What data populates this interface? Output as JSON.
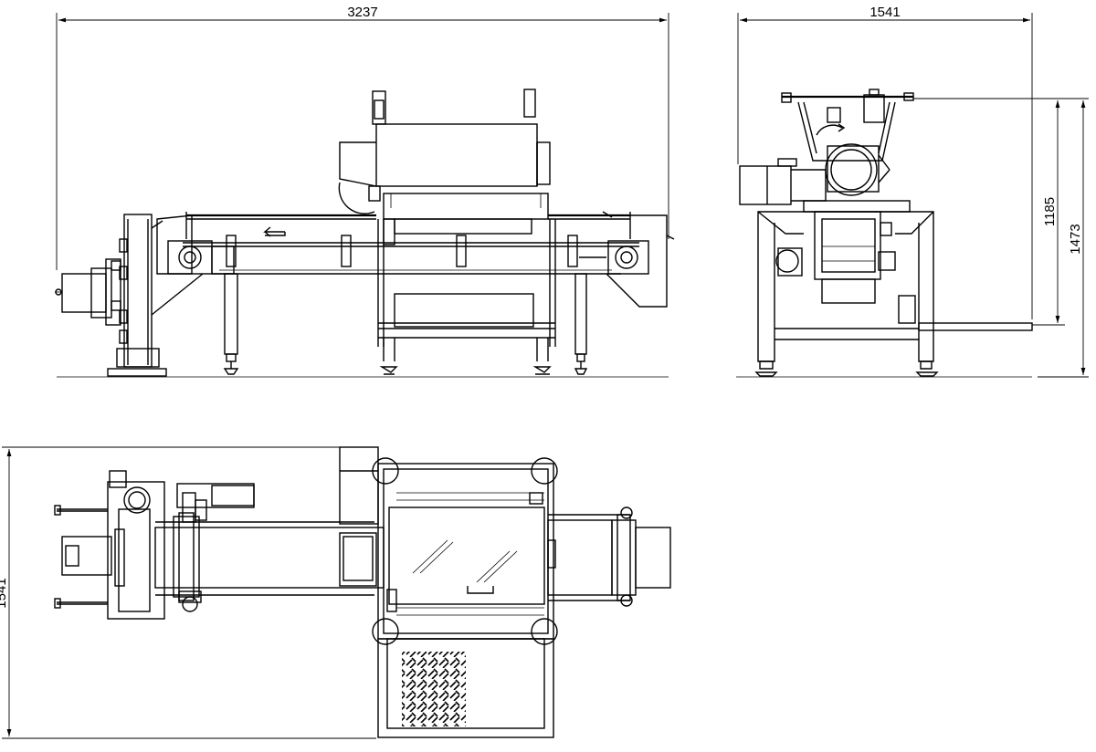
{
  "dimensions": {
    "front_overall_length": "3237",
    "side_overall_width": "1541",
    "side_height_to_hopper_rim": "1185",
    "side_overall_height": "1473",
    "top_overall_width": "1541"
  },
  "colors": {
    "line": "#000000",
    "background": "#ffffff"
  }
}
